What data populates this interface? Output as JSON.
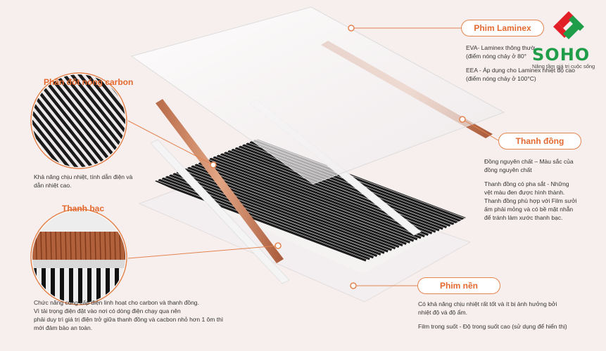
{
  "brand": {
    "name": "SOHO",
    "tagline": "Nâng tầm giá trị cuộc sống",
    "color_green": "#1f9d48",
    "color_red": "#e21f26"
  },
  "accent": "#e3692f",
  "callouts": {
    "laminex": {
      "title": "Phim Laminex",
      "lines": [
        "EVA- Laminex thông thườ",
        "(điểm nóng chảy ở 80°",
        "EEA - Áp dụng cho Laminex nhiệt độ cao",
        "(điểm nóng chảy ở 100°C)"
      ]
    },
    "copper": {
      "title": "Thanh đồng",
      "p1": [
        "Đồng nguyên chất – Màu sắc của",
        "đồng nguyên chất"
      ],
      "p2": [
        "Thanh đồng có pha sắt - Những",
        "vệt màu đen được hình thành.",
        "Thanh đồng phù hợp với Film sưởi",
        "ấm phải mỏng và có bề mặt nhẵn",
        "để tránh làm xước thanh bạc."
      ]
    },
    "carbon": {
      "title": "Phần đốt nóng carbon",
      "lines": [
        "Khả năng chịu nhiệt, tính dẫn điện và",
        "dẫn nhiệt cao."
      ]
    },
    "silver": {
      "title": "Thanh bạc",
      "lines": [
        "Chức năng cung cấp điện linh hoạt cho carbon và thanh đồng.",
        "Vì tải trọng điện đặt vào nơi có dòng điện chạy qua nên",
        "phải duy trì giá trị điện trở giữa thanh đồng và cacbon nhỏ hơn 1 ôm thì",
        "mới đảm bảo an toàn."
      ]
    },
    "base": {
      "title": "Phim nền",
      "p1": [
        "Có khả năng chịu nhiệt rất tốt và ít bị ảnh hưởng bởi",
        "nhiệt độ và độ ẩm."
      ],
      "p2": [
        "Film trong suốt - Độ trong suốt cao (sử dụng để hiển thị)"
      ]
    }
  }
}
